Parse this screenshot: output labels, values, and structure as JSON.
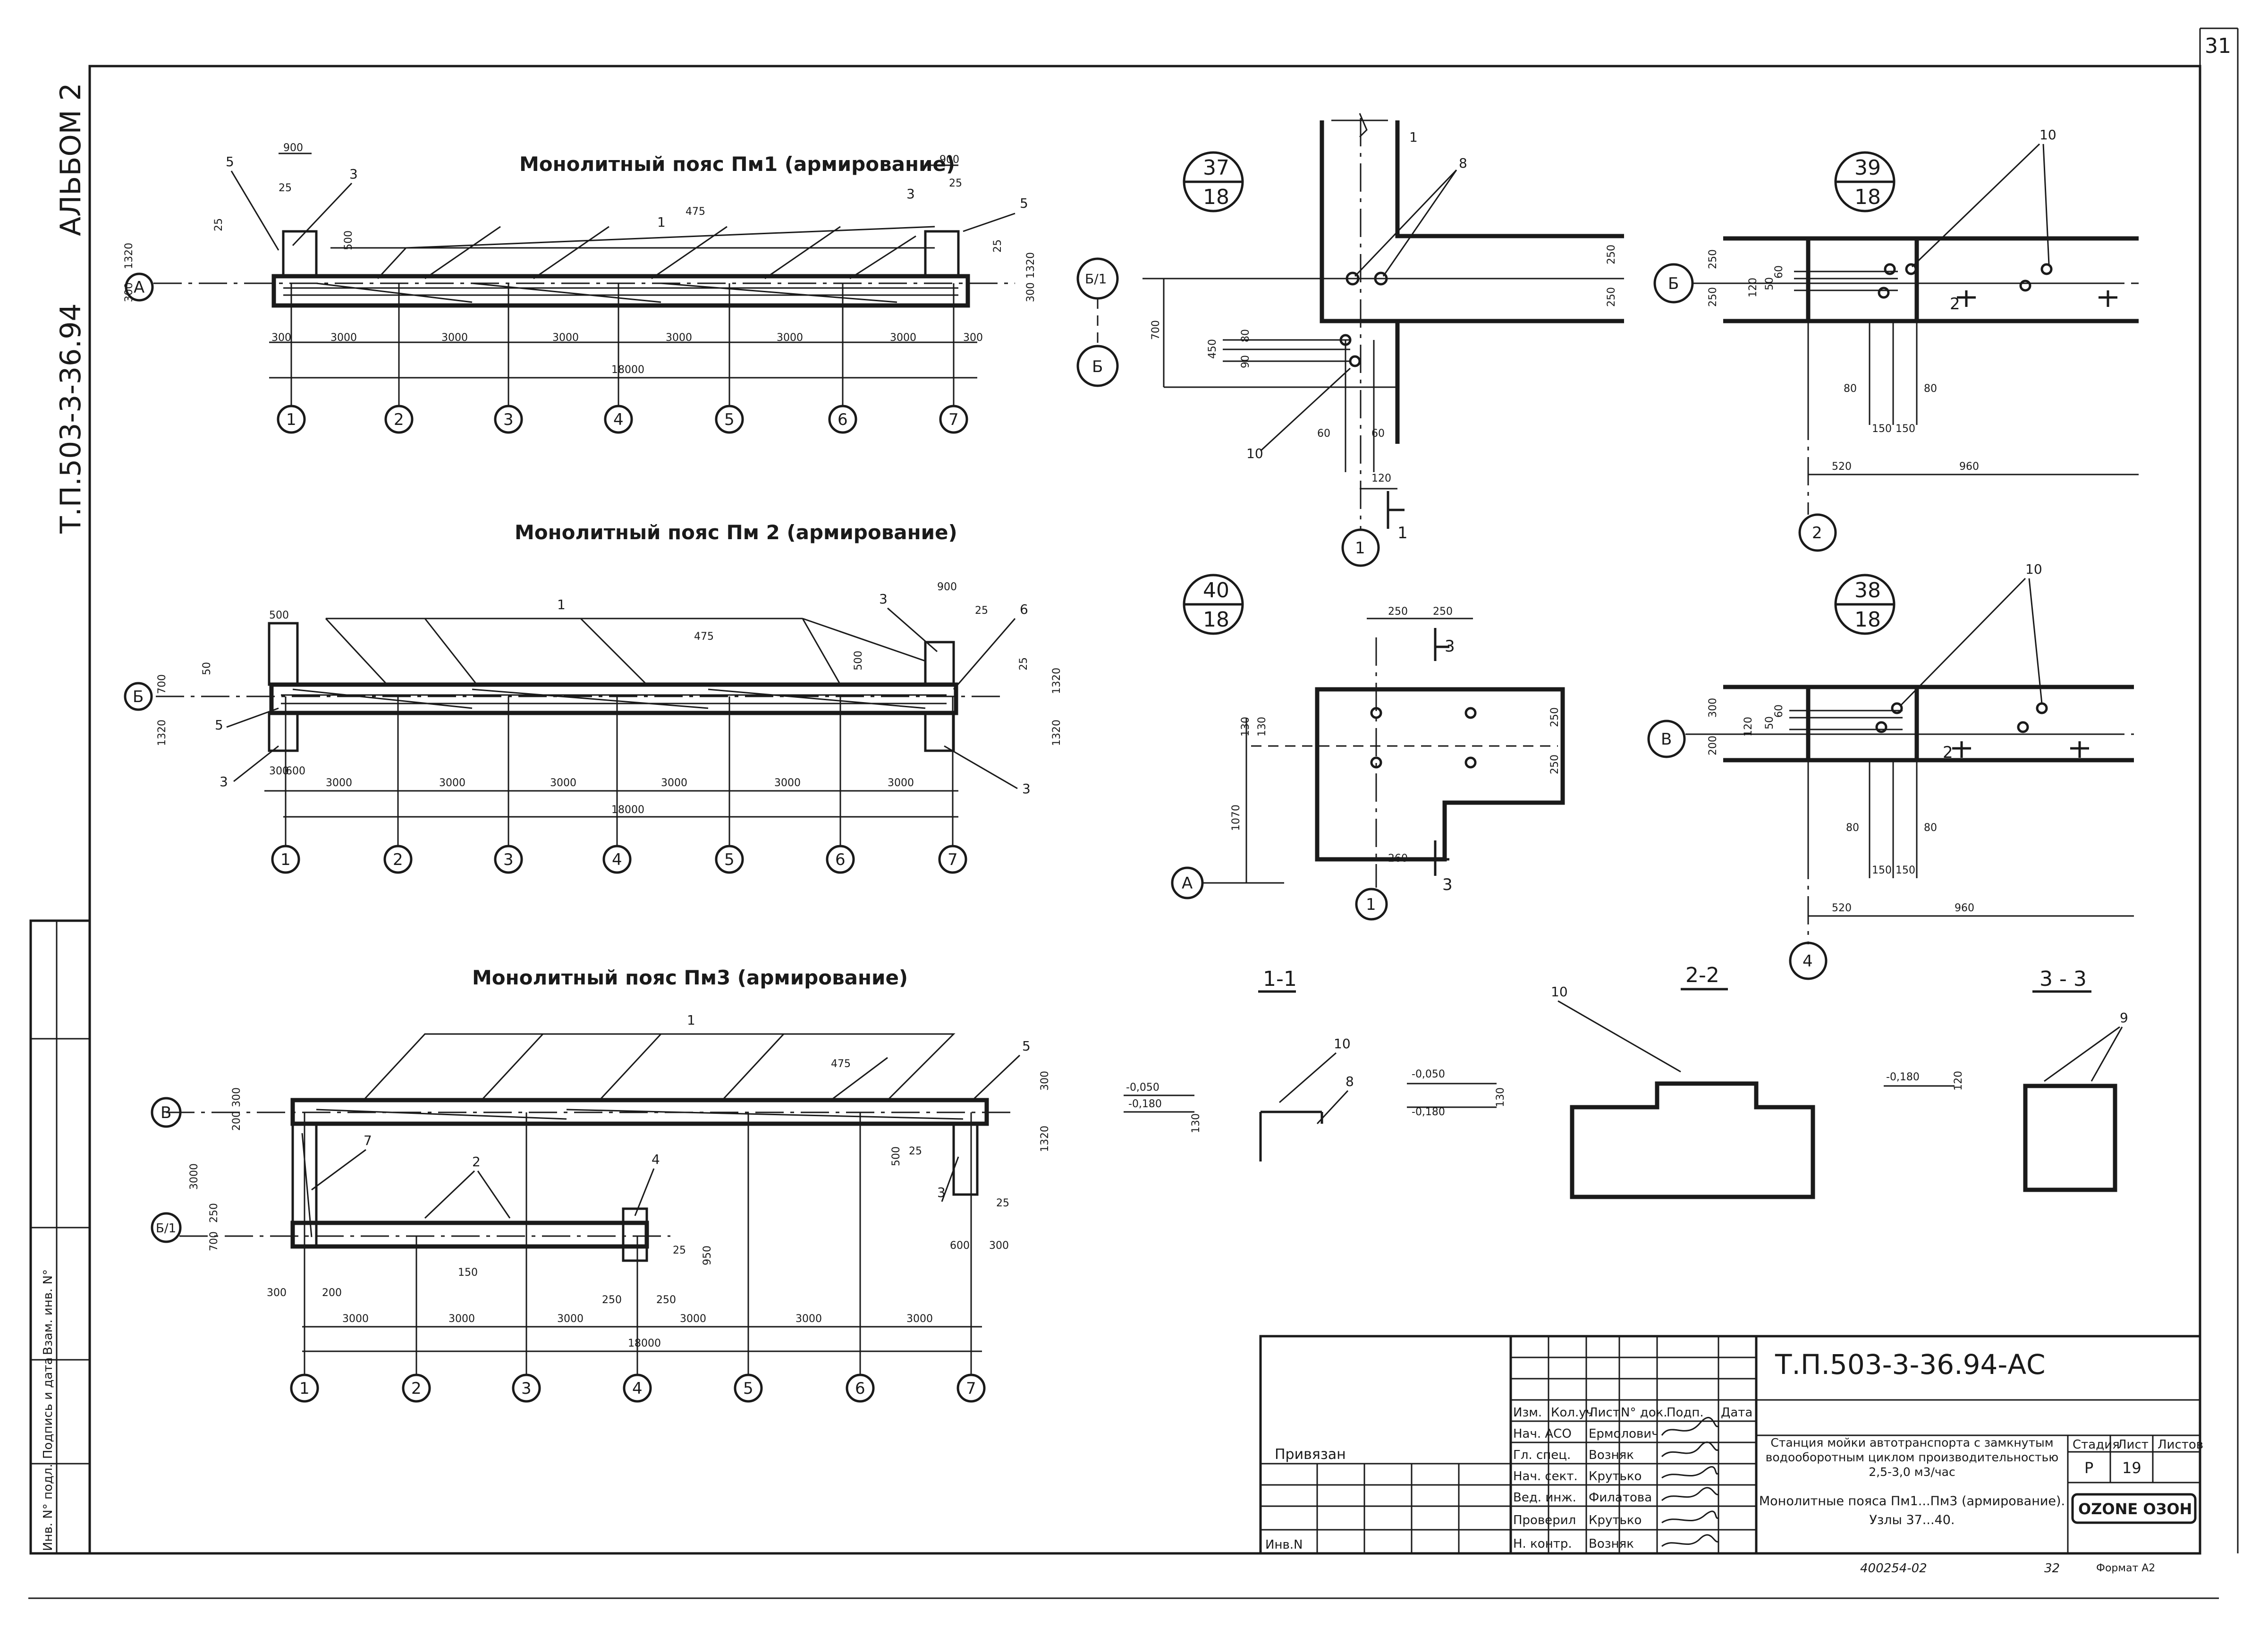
{
  "sheet": {
    "corner_number": "31",
    "album": "АЛЬБОМ 2",
    "project_code_side": "Т.П.503-3-36.94",
    "left_strip": {
      "inv_podl": "Инв. N° подл.",
      "podpis_data": "Подпись и дата",
      "vzam_inv": "Взам. инв. N°"
    }
  },
  "belt1": {
    "title": "Монолитный пояс Пм1 (армирование)",
    "axes": [
      "1",
      "2",
      "3",
      "4",
      "5",
      "6",
      "7"
    ],
    "row_axis": "А",
    "spans": [
      "300",
      "3000",
      "3000",
      "3000",
      "3000",
      "3000",
      "3000",
      "300"
    ],
    "total": "18000",
    "top_dims": [
      "900",
      "25",
      "900",
      "25"
    ],
    "side_dims": [
      "1320",
      "300",
      "1320",
      "300",
      "25",
      "25",
      "500"
    ],
    "mid_dim": "475",
    "callouts": [
      "5",
      "3",
      "1",
      "3",
      "5"
    ]
  },
  "belt2": {
    "title": "Монолитный пояс Пм 2 (армирование)",
    "axes": [
      "1",
      "2",
      "3",
      "4",
      "5",
      "6",
      "7"
    ],
    "row_axis": "Б",
    "spans": [
      "300",
      "600",
      "3000",
      "3000",
      "3000",
      "3000",
      "3000",
      "3000"
    ],
    "total": "18000",
    "top_dims": [
      "500",
      "900",
      "25",
      "50"
    ],
    "side_dims": [
      "700",
      "1320",
      "500",
      "25",
      "1320",
      "1320"
    ],
    "mid_dim": "475",
    "callouts": [
      "1",
      "3",
      "6",
      "5",
      "3",
      "3"
    ]
  },
  "belt3": {
    "title": "Монолитный пояс Пм3 (армирование)",
    "axes": [
      "1",
      "2",
      "3",
      "4",
      "5",
      "6",
      "7"
    ],
    "row_axes": [
      "В",
      "Б/1"
    ],
    "spans": [
      "3000",
      "3000",
      "3000",
      "3000",
      "3000",
      "3000"
    ],
    "total": "18000",
    "extra_dims": [
      "300",
      "200",
      "250",
      "250",
      "150",
      "300",
      "200",
      "3000",
      "250",
      "700",
      "500",
      "25",
      "950",
      "25",
      "600",
      "300",
      "1320",
      "300",
      "475",
      "25"
    ],
    "callouts": [
      "1",
      "7",
      "2",
      "4",
      "5",
      "3"
    ]
  },
  "node37": {
    "num": "37",
    "sheet": "18",
    "axes": [
      "Б/1",
      "Б",
      "1"
    ],
    "dims": [
      "250",
      "250",
      "700",
      "450",
      "90",
      "80",
      "60",
      "60",
      "120"
    ],
    "callouts": [
      "1",
      "8",
      "10"
    ],
    "section": "1"
  },
  "node39": {
    "num": "39",
    "sheet": "18",
    "axes": [
      "Б",
      "2"
    ],
    "dims": [
      "250",
      "250",
      "120",
      "60",
      "50",
      "80",
      "80",
      "150",
      "150",
      "520",
      "960"
    ],
    "callouts": [
      "10"
    ],
    "section": "2"
  },
  "node40": {
    "num": "40",
    "sheet": "18",
    "axes": [
      "А",
      "1"
    ],
    "dims": [
      "250",
      "250",
      "130",
      "130",
      "250",
      "250",
      "1070",
      "260"
    ],
    "section": "3"
  },
  "node38": {
    "num": "38",
    "sheet": "18",
    "axes": [
      "В",
      "4"
    ],
    "dims": [
      "300",
      "200",
      "120",
      "60",
      "50",
      "80",
      "80",
      "150",
      "150",
      "520",
      "960"
    ],
    "callouts": [
      "10"
    ],
    "section": "2"
  },
  "sec11": {
    "title": "1-1",
    "levels": [
      "-0,050",
      "-0,180"
    ],
    "dims": [
      "130"
    ],
    "callouts": [
      "10",
      "8"
    ]
  },
  "sec22": {
    "title": "2-2",
    "levels": [
      "-0,050",
      "-0,180"
    ],
    "dims": [
      "130"
    ],
    "callouts": [
      "10"
    ]
  },
  "sec33": {
    "title": "3 - 3",
    "levels": [
      "-0,180"
    ],
    "dims": [
      "120"
    ],
    "callouts": [
      "9"
    ]
  },
  "stamp": {
    "code": "Т.П.503-3-36.94-АС",
    "privyazan": "Привязан",
    "inv_n": "Инв.N",
    "header": [
      "Изм.",
      "Кол.уч",
      "Лист",
      "N° док.",
      "Подп.",
      "Дата"
    ],
    "roles": [
      "Нач. АСО",
      "Гл. спец.",
      "Нач. сект.",
      "Вед. инж.",
      "Проверил",
      "Н. контр."
    ],
    "names": [
      "Ермолович",
      "Возняк",
      "Крутько",
      "Филатова",
      "Крутько",
      "Возняк"
    ],
    "project_title": "Станция мойки автотранспорта с замкнутым водооборотным циклом производительностью 2,5-3,0 м3/час",
    "sheet_title": "Монолитные пояса Пм1...Пм3 (армирование). Узлы 37...40.",
    "stadia_label": "Стадия",
    "list_label": "Лист",
    "listov_label": "Листов",
    "stadia": "Р",
    "list": "19",
    "listov": "",
    "company": "OZONE ОЗОН",
    "bottom_code": "400254-02",
    "bottom_num": "32",
    "format": "Формат А2"
  }
}
